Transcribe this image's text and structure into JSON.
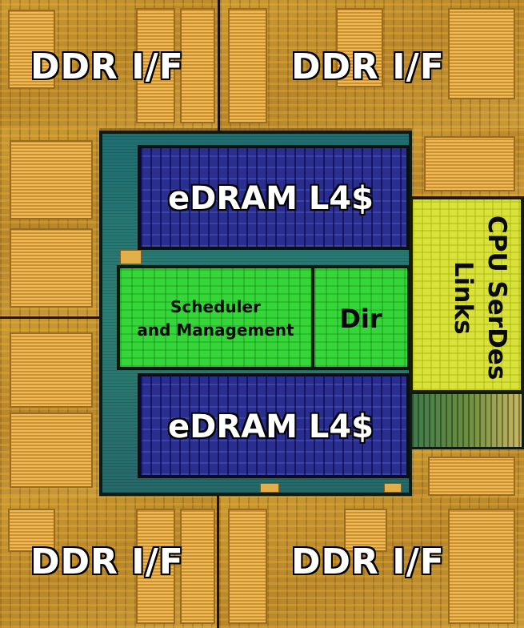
{
  "quadrants": {
    "top_left": "DDR I/F",
    "top_right": "DDR I/F",
    "bottom_left": "DDR I/F",
    "bottom_right": "DDR I/F"
  },
  "core": {
    "edram_top": "eDRAM L4$",
    "edram_bottom": "eDRAM L4$",
    "scheduler_line1": "Scheduler",
    "scheduler_line2": "and Management",
    "dir": "Dir"
  },
  "serdes": {
    "line1": "CPU SerDes",
    "line2": "Links"
  },
  "colors": {
    "ddr_region": "#c99a35",
    "edram": "#2a2f8f",
    "scheduler": "#36d63a",
    "serdes": "#d8e23a",
    "core_background": "#2a7f73"
  }
}
